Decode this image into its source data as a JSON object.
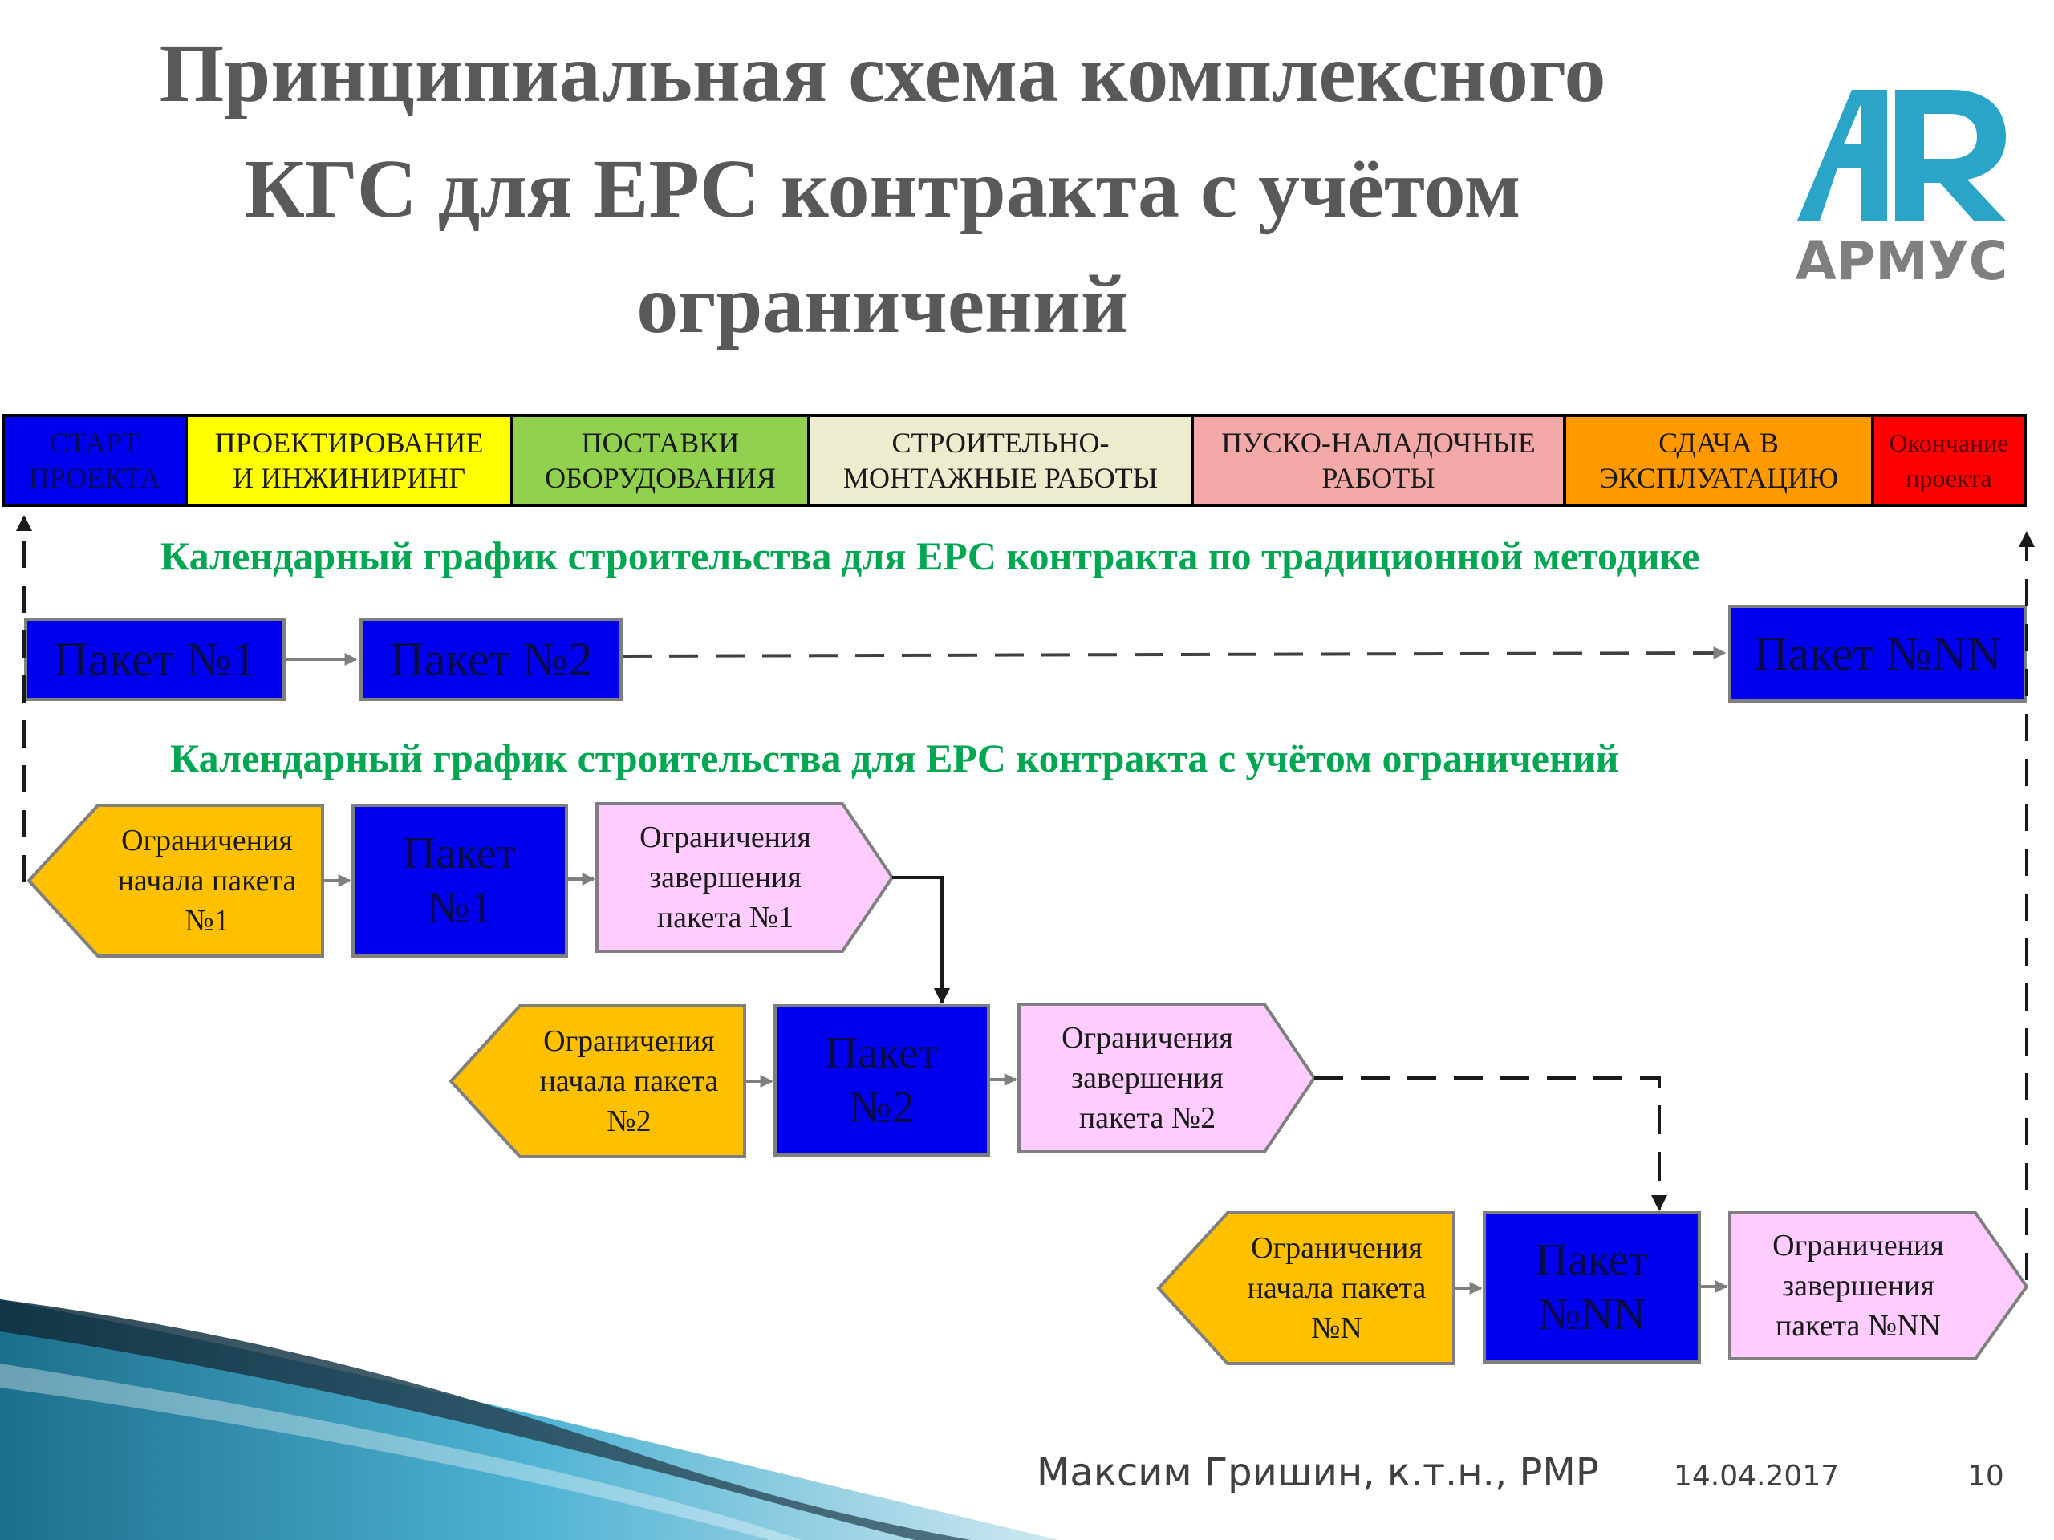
{
  "title": {
    "line1": "Принципиальная схема комплексного",
    "line2": "КГС для EPC контракта с учётом",
    "line3": "ограничений"
  },
  "logo": {
    "text": "АРМУС",
    "color": "#2aa5c8"
  },
  "phases": [
    {
      "label": "СТАРТ\nПРОЕКТА",
      "bg": "#0000ee",
      "color": "#0a0a5a"
    },
    {
      "label": "ПРОЕКТИРОВАНИЕ\nИ ИНЖИНИРИНГ",
      "bg": "#ffff00",
      "color": "#1a1a1a"
    },
    {
      "label": "ПОСТАВКИ\nОБОРУДОВАНИЯ",
      "bg": "#92d050",
      "color": "#1a1a1a"
    },
    {
      "label": "СТРОИТЕЛЬНО-\nМОНТАЖНЫЕ РАБОТЫ",
      "bg": "#eeeccf",
      "color": "#1a1a1a"
    },
    {
      "label": "ПУСКО-НАЛАДОЧНЫЕ\nРАБОТЫ",
      "bg": "#f4a9a9",
      "color": "#1a1a1a"
    },
    {
      "label": "СДАЧА В\nЭКСПЛУАТАЦИЮ",
      "bg": "#ff9900",
      "color": "#1a1a1a"
    },
    {
      "label": "Окончание\nпроекта",
      "bg": "#ff0000",
      "color": "#5a0000"
    }
  ],
  "traditional": {
    "label": "Календарный график строительства для EPC контракта по традиционной методике",
    "packages": [
      "Пакет №1",
      "Пакет №2",
      "Пакет №NN"
    ]
  },
  "constrained": {
    "label": "Календарный график строительства для EPC контракта с учётом ограничений",
    "rows": [
      {
        "start": "Ограничения\nначала пакета\n№1",
        "package": "Пакет\n№1",
        "finish": "Ограничения\nзавершения\nпакета №1"
      },
      {
        "start": "Ограничения\nначала пакета\n№2",
        "package": "Пакет\n№2",
        "finish": "Ограничения\nзавершения\nпакета №2"
      },
      {
        "start": "Ограничения\nначала пакета\n№N",
        "package": "Пакет\n№NN",
        "finish": "Ограничения\nзавершения\nпакета №NN"
      }
    ]
  },
  "colors": {
    "package": "#0000ee",
    "start_constraint": "#ffc000",
    "finish_constraint": "#ffccff",
    "section_label": "#00a651"
  },
  "footer": {
    "author": "Максим Гришин, к.т.н., PMP",
    "date": "14.04.2017",
    "page": "10"
  }
}
